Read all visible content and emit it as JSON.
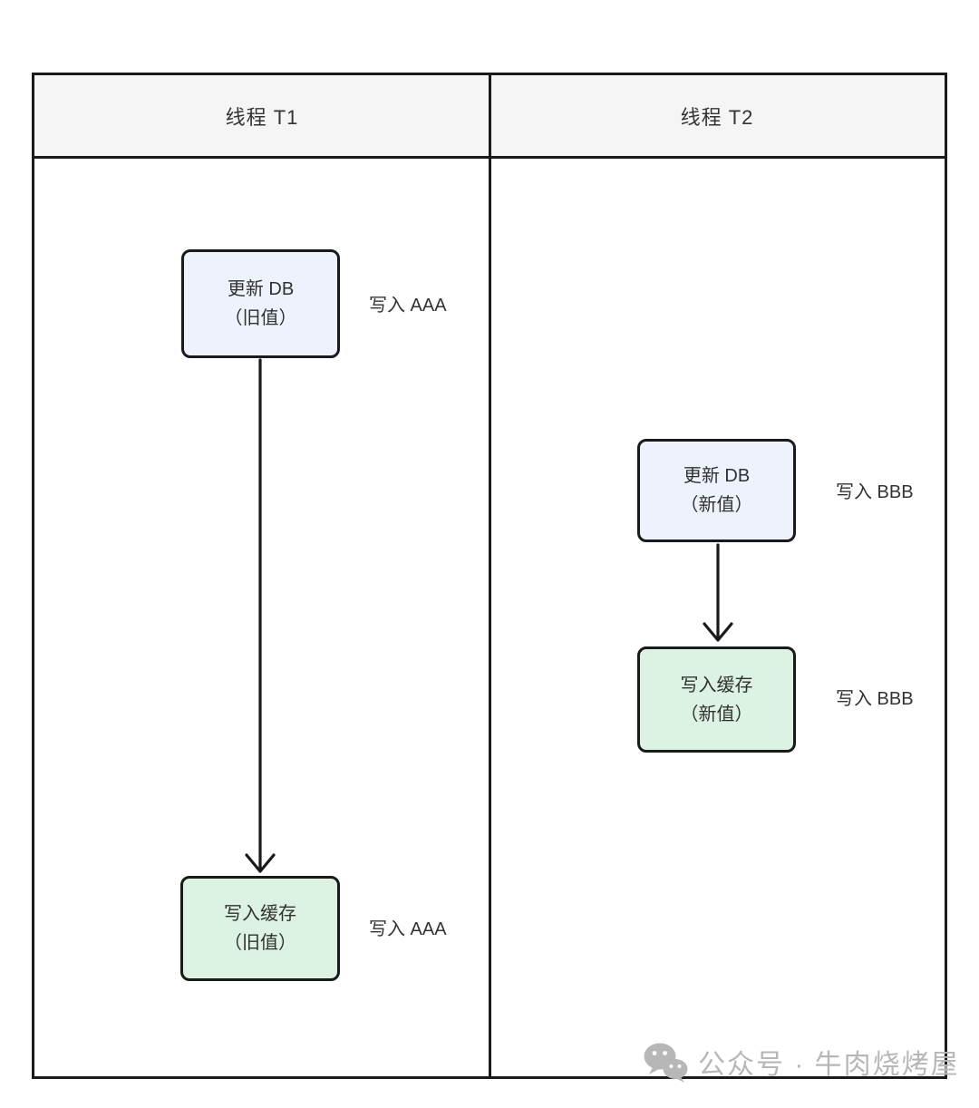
{
  "lanes": [
    {
      "header": "线程 T1",
      "steps": [
        {
          "kind": "db-update",
          "title": "更新 DB",
          "subtitle": "（旧值）",
          "side_label": "写入 AAA"
        },
        {
          "kind": "cache-write",
          "title": "写入缓存",
          "subtitle": "（旧值）",
          "side_label": "写入 AAA"
        }
      ]
    },
    {
      "header": "线程 T2",
      "steps": [
        {
          "kind": "db-update",
          "title": "更新 DB",
          "subtitle": "（新值）",
          "side_label": "写入 BBB"
        },
        {
          "kind": "cache-write",
          "title": "写入缓存",
          "subtitle": "（新值）",
          "side_label": "写入 BBB"
        }
      ]
    }
  ],
  "colors": {
    "db_box_fill": "#edf2fc",
    "cache_box_fill": "#dcf2e3",
    "lane_header_fill": "#f5f5f5",
    "line": "#1a1a1a",
    "text": "#333333",
    "watermark": "#b7b7b7"
  },
  "watermark": {
    "icon": "wechat-icon",
    "text": "公众号 · 牛肉烧烤屋"
  }
}
